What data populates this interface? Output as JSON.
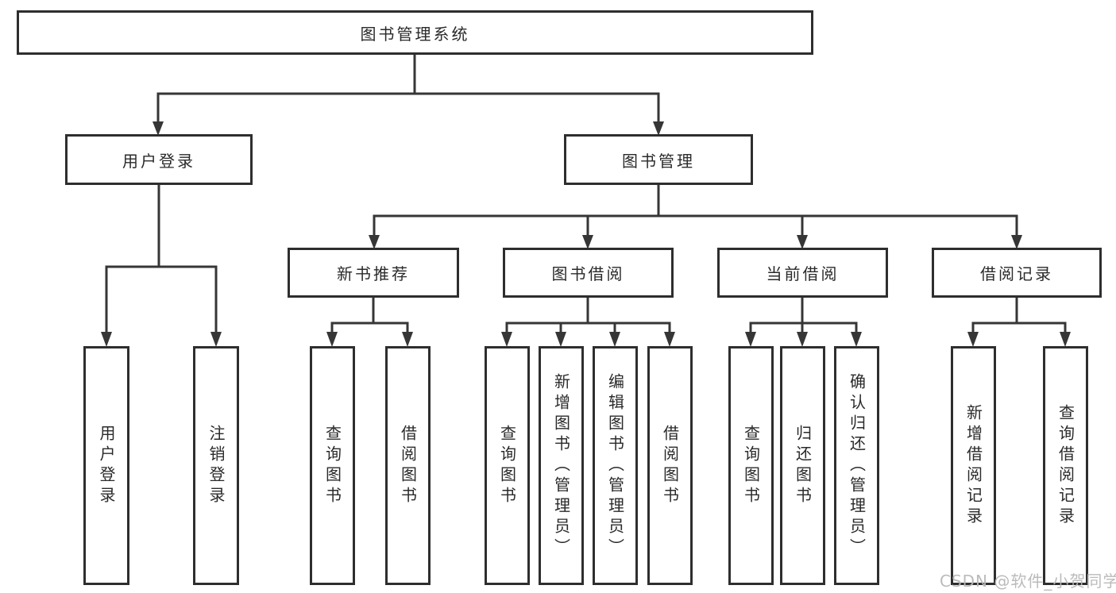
{
  "diagram": {
    "title": {
      "label": "图书管理系统"
    },
    "level2": [
      {
        "id": "user-login",
        "label": "用户登录"
      },
      {
        "id": "book-management",
        "label": "图书管理"
      }
    ],
    "level3": [
      {
        "id": "new-book-recommend",
        "label": "新书推荐",
        "parent": "book-management"
      },
      {
        "id": "book-borrow",
        "label": "图书借阅",
        "parent": "book-management"
      },
      {
        "id": "current-borrow",
        "label": "当前借阅",
        "parent": "book-management"
      },
      {
        "id": "borrow-records",
        "label": "借阅记录",
        "parent": "book-management"
      }
    ],
    "leaves": [
      {
        "id": "leaf-user-login",
        "label": "用户登录",
        "parent": "user-login"
      },
      {
        "id": "leaf-logout",
        "label": "注销登录",
        "parent": "user-login"
      },
      {
        "id": "leaf-query-books-recommend",
        "label": "查询图书",
        "parent": "new-book-recommend"
      },
      {
        "id": "leaf-borrow-books-recommend",
        "label": "借阅图书",
        "parent": "new-book-recommend"
      },
      {
        "id": "leaf-query-books-borrow",
        "label": "查询图书",
        "parent": "book-borrow"
      },
      {
        "id": "leaf-add-books-admin",
        "label": "新增图书（管理员）",
        "parent": "book-borrow"
      },
      {
        "id": "leaf-edit-books-admin",
        "label": "编辑图书（管理员）",
        "parent": "book-borrow"
      },
      {
        "id": "leaf-borrow-books",
        "label": "借阅图书",
        "parent": "book-borrow"
      },
      {
        "id": "leaf-query-books-current",
        "label": "查询图书",
        "parent": "current-borrow"
      },
      {
        "id": "leaf-return-books",
        "label": "归还图书",
        "parent": "current-borrow"
      },
      {
        "id": "leaf-confirm-return-admin",
        "label": "确认归还（管理员）",
        "parent": "current-borrow"
      },
      {
        "id": "leaf-add-borrow-record",
        "label": "新增借阅记录",
        "parent": "borrow-records"
      },
      {
        "id": "leaf-query-borrow-record",
        "label": "查询借阅记录",
        "parent": "borrow-records"
      }
    ]
  },
  "watermark": {
    "text": "CSDN @软件_小贺同学"
  },
  "colors": {
    "line": "#363636",
    "border": "#2e2e2e",
    "text": "#2a2a2a",
    "watermark": "#b7b7b7",
    "background": "#ffffff"
  }
}
